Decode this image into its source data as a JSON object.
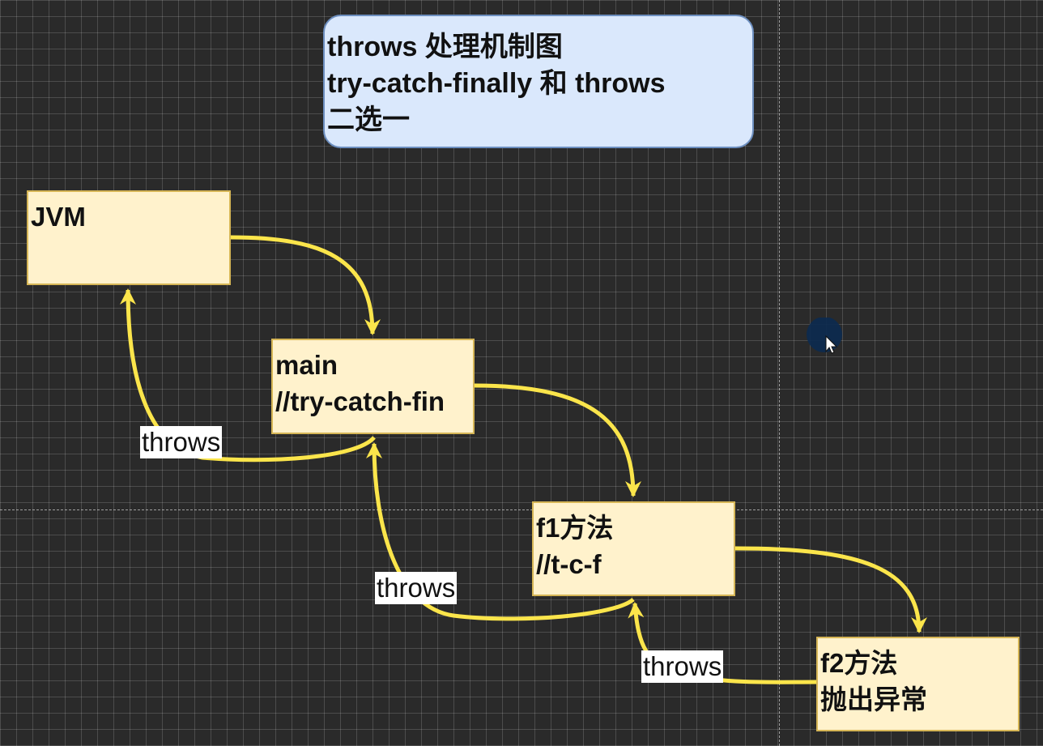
{
  "title": {
    "lines": [
      "throws 处理机制图",
      "try-catch-finally 和 throws",
      "二选一"
    ]
  },
  "nodes": {
    "jvm": {
      "lines": [
        "JVM"
      ]
    },
    "main": {
      "lines": [
        "main",
        "//try-catch-fin"
      ]
    },
    "f1": {
      "lines": [
        "f1方法",
        "//t-c-f"
      ]
    },
    "f2": {
      "lines": [
        "f2方法",
        "抛出异常"
      ]
    }
  },
  "edge_labels": {
    "main_to_jvm": "throws",
    "f1_to_main": "throws",
    "f2_to_f1": "throws"
  },
  "colors": {
    "arrow": "#fbe54b",
    "node_fill": "#fff2cc",
    "node_border": "#d6b656",
    "title_fill": "#dae8fc",
    "title_border": "#6c8ebf",
    "canvas": "#2a2a2a"
  },
  "icons": {
    "cursor": "mouse-pointer-icon"
  }
}
